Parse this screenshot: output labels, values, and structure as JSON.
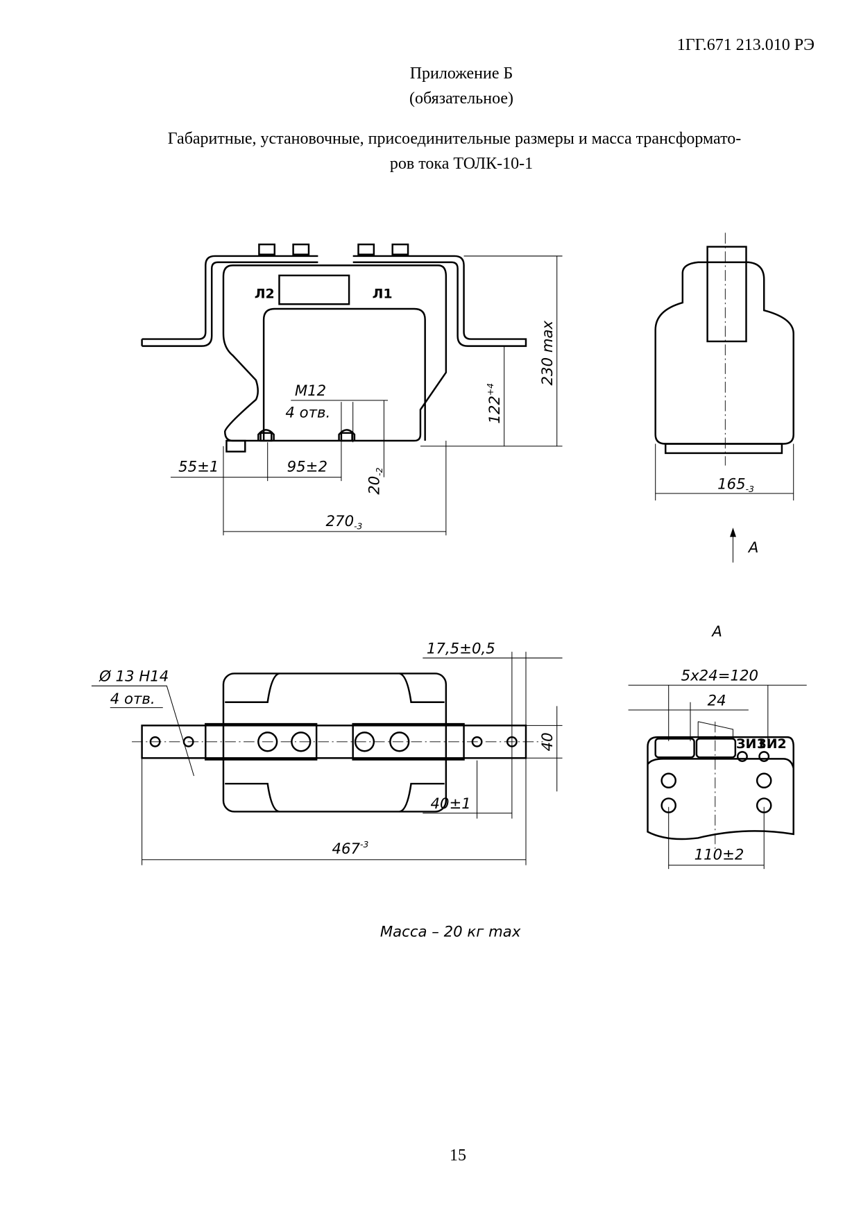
{
  "header": {
    "doc_code": "1ГГ.671 213.010 РЭ"
  },
  "appendix": {
    "title": "Приложение Б",
    "status": "(обязательное)"
  },
  "caption": {
    "line1": "Габаритные, установочные, присоединительные размеры и масса трансформато-",
    "line2": "ров тока ТОЛК-10-1"
  },
  "front_view": {
    "terminal_left": "Л2",
    "terminal_right": "Л1",
    "dim_height_max": "230 max",
    "dim_height_mount": "122",
    "dim_height_mount_tol": "+4",
    "thread_label": "М12",
    "thread_count": "4 отв.",
    "dim_55": "55±1",
    "dim_95": "95±2",
    "dim_20": "20",
    "dim_20_tol": "-2",
    "dim_270": "270",
    "dim_270_tol": "-3"
  },
  "side_view": {
    "dim_165": "165",
    "dim_165_tol": "-3",
    "view_arrow_label": "А"
  },
  "top_view": {
    "hole_label": "Ø 13 H14",
    "hole_count": "4 отв.",
    "dim_17_5": "17,5±0,5",
    "dim_40": "40",
    "dim_40_1": "40±1",
    "dim_467": "467",
    "dim_467_tol": "-3"
  },
  "view_a": {
    "title": "А",
    "dim_pitch_total": "5х24=120",
    "dim_pitch": "24",
    "dim_110": "110±2",
    "terminal_1": "ЗИ1",
    "terminal_2": "ЗИ2"
  },
  "mass_note": "Масса – 20 кг max",
  "page_number": "15"
}
